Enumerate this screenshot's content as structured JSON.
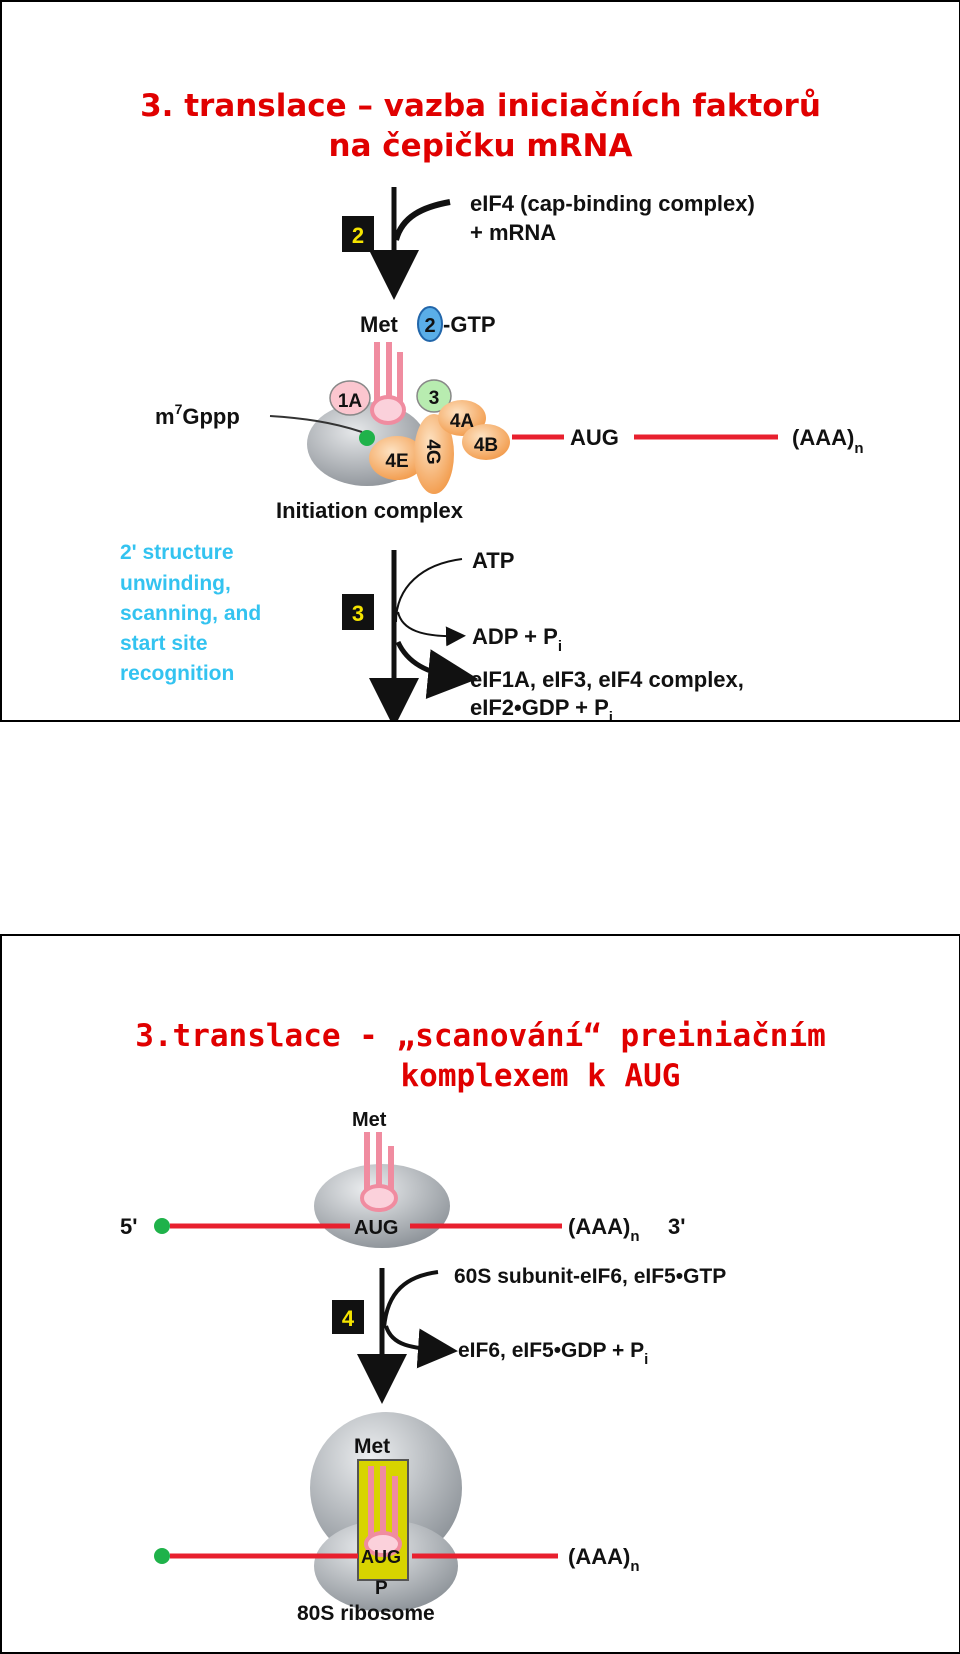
{
  "slide1": {
    "title_line1": "3. translace – vazba iniciačních faktorů",
    "title_line2": "na čepičku mRNA",
    "step_number": "2",
    "eif4_line1": "eIF4 (cap-binding complex)",
    "eif4_line2": "+ mRNA",
    "met_label": "Met",
    "eif2_label": "2",
    "gtp_label": "-GTP",
    "cap_label_m": "m",
    "cap_label_sup": "7",
    "cap_label_rest": "Gppp",
    "factor_1a": "1A",
    "factor_3": "3",
    "factor_4a": "4A",
    "factor_4b": "4B",
    "factor_4e": "4E",
    "factor_4g": "4G",
    "aug_label": "AUG",
    "polya_label": "(AAA)",
    "polya_sub": "n",
    "initiation_complex": "Initiation complex",
    "structure_note": [
      "2' structure",
      "unwinding,",
      "scanning, and",
      "start site",
      "recognition"
    ],
    "step3_number": "3",
    "atp_label": "ATP",
    "adp_label": "ADP + P",
    "adp_sub": "i",
    "release_line1": "eIF1A, eIF3, eIF4 complex,",
    "release_line2": "eIF2•GDP + P",
    "release_sub": "i"
  },
  "slide2": {
    "title_line1": "3.translace - „scanování“ preiniačním",
    "title_line2": "komplexem k AUG",
    "met_label_top": "Met",
    "five_prime": "5'",
    "aug_label_top": "AUG",
    "polya_label_top": "(AAA)",
    "polya_sub_top": "n",
    "three_prime": "3'",
    "step_number": "4",
    "subunit_label": "60S subunit-eIF6, eIF5•GTP",
    "release_label": "eIF6, eIF5•GDP + P",
    "release_sub": "i",
    "met_label_bottom": "Met",
    "aug_label_bottom": "AUG",
    "p_site_label": "P",
    "polya_label_bottom": "(AAA)",
    "polya_sub_bottom": "n",
    "ribosome_label": "80S ribosome"
  },
  "colors": {
    "title_red": "#e00000",
    "mrna_red": "#e8202e",
    "cap_green": "#1fb24a",
    "ribosome_gray": "#b8bcc2",
    "factor_orange": "#f6b06a",
    "trna_pink": "#f08ca0",
    "eif2_blue": "#5aaee8",
    "eif3_green": "#b8ecb0",
    "note_cyan": "#33c3f0",
    "p_site_yellow": "#e4e000"
  }
}
